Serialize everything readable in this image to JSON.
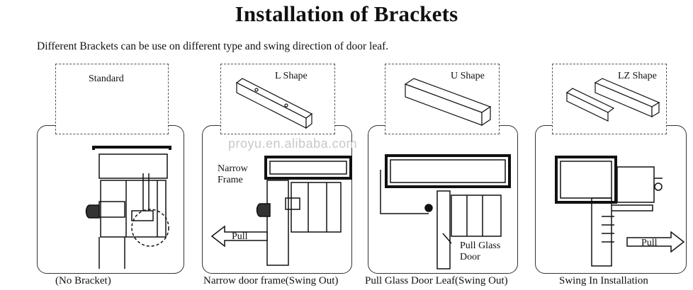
{
  "title": "Installation of Brackets",
  "subtitle": "Different Brackets can be use on different type and swing direction of door leaf.",
  "watermark": "proyu.en.alibaba.com",
  "panels": [
    {
      "tag": "Standard",
      "caption": "(No Bracket)"
    },
    {
      "tag": "L Shape",
      "caption": "Narrow door frame(Swing Out)",
      "note_lines": [
        "Narrow",
        "Frame"
      ],
      "arrow_label": "Pull"
    },
    {
      "tag": "U Shape",
      "caption": "Pull Glass Door Leaf(Swing Out)",
      "note_lines": [
        "Pull Glass",
        "Door"
      ]
    },
    {
      "tag": "LZ Shape",
      "caption": "Swing In Installation",
      "arrow_label": "Pull"
    }
  ]
}
